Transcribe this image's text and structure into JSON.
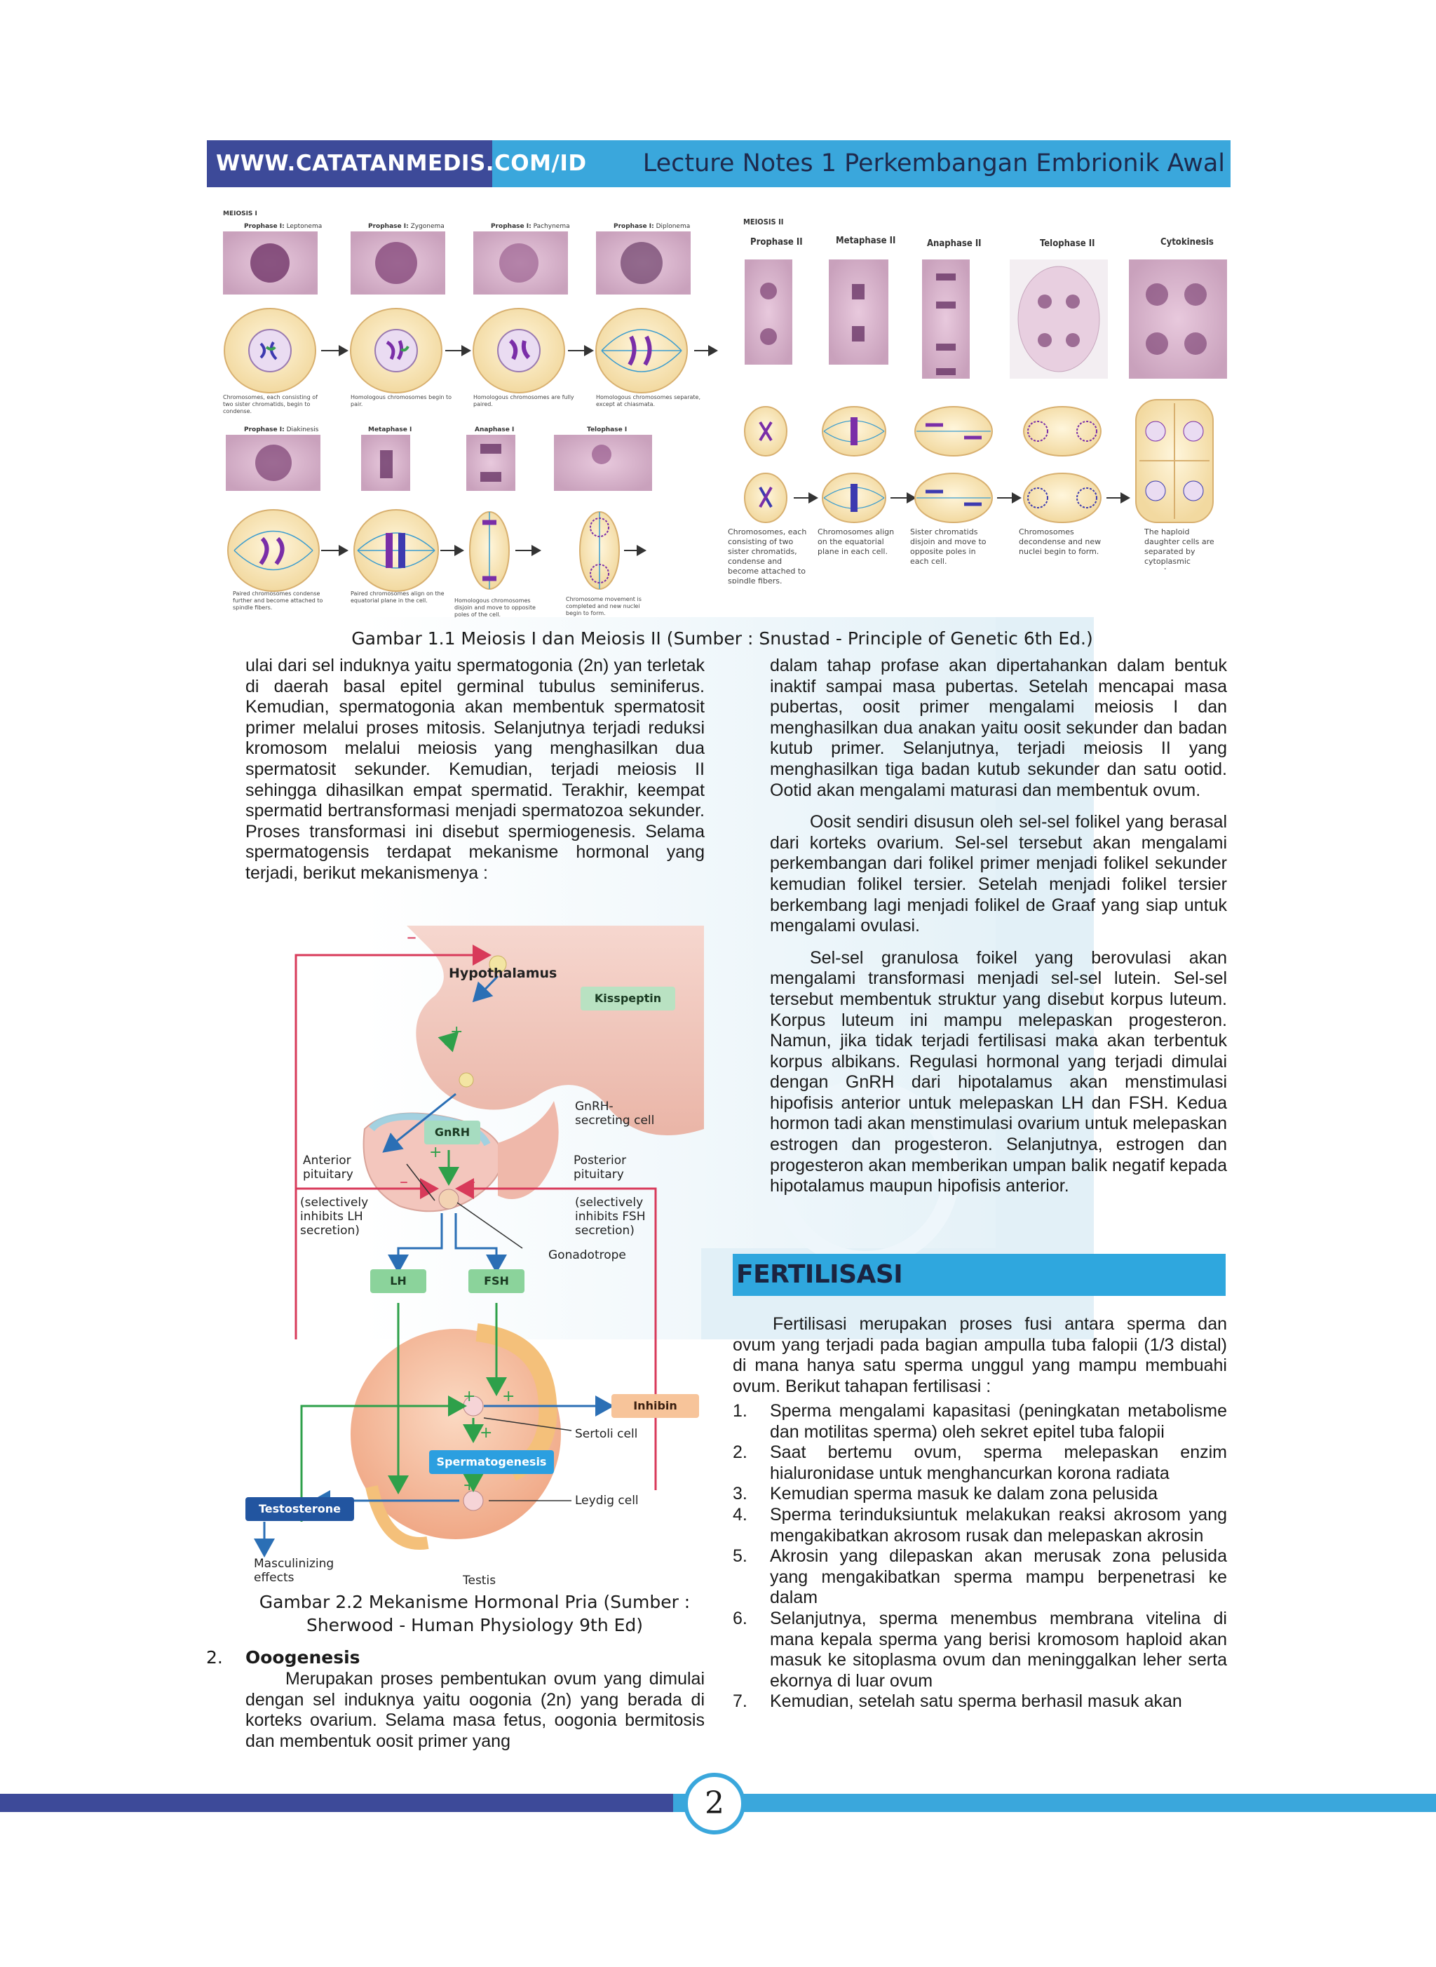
{
  "header": {
    "site": "WWW.CATATANMEDIS.COM/ID",
    "title": "Lecture Notes 1 Perkembangan Embrionik Awal"
  },
  "figure1": {
    "meiosis1_label": "MEIOSIS I",
    "meiosis2_label": "MEIOSIS II",
    "m1_row1": [
      {
        "stage": "Prophase I:",
        "sub": "Leptonema",
        "desc": "Chromosomes, each consisting of two sister chromatids, begin to condense."
      },
      {
        "stage": "Prophase I:",
        "sub": "Zygonema",
        "desc": "Homologous chromosomes begin to pair."
      },
      {
        "stage": "Prophase I:",
        "sub": "Pachynema",
        "desc": "Homologous chromosomes are fully paired."
      },
      {
        "stage": "Prophase I:",
        "sub": "Diplonema",
        "desc": "Homologous chromosomes separate, except at chiasmata."
      }
    ],
    "m1_row2": [
      {
        "stage": "Prophase I:",
        "sub": "Diakinesis",
        "desc": "Paired chromosomes condense further and become attached to spindle fibers."
      },
      {
        "stage": "Metaphase I",
        "sub": "",
        "desc": "Paired chromosomes align on the equatorial plane in the cell."
      },
      {
        "stage": "Anaphase I",
        "sub": "",
        "desc": "Homologous chromosomes disjoin and move to opposite poles of the cell."
      },
      {
        "stage": "Telophase I",
        "sub": "",
        "desc": "Chromosome movement is completed and new nuclei begin to form."
      }
    ],
    "m2": [
      {
        "stage": "Prophase II",
        "desc": "Chromosomes, each consisting of two sister chromatids, condense and become attached to spindle fibers."
      },
      {
        "stage": "Metaphase II",
        "desc": "Chromosomes align on the equatorial plane in each cell."
      },
      {
        "stage": "Anaphase II",
        "desc": "Sister chromatids disjoin and move to opposite poles in each cell."
      },
      {
        "stage": "Telophase II",
        "desc": "Chromosomes decondense and new nuclei begin to form."
      },
      {
        "stage": "Cytokinesis",
        "desc": "The haploid daughter cells are separated by cytoplasmic membranes."
      }
    ],
    "caption": "Gambar 1.1 Meiosis I dan Meiosis II (Sumber : Snustad - Principle of Genetic 6th Ed.)"
  },
  "left_col": {
    "p1": "ulai dari sel induknya yaitu spermatogonia (2n) yan terletak di daerah basal epitel germinal tubulus seminiferus. Kemudian, spermatogonia akan membentuk spermatosit primer melalui proses mitosis. Selanjutnya terjadi reduksi kromosom melalui meiosis yang menghasilkan dua spermatosit sekunder. Kemudian, terjadi meiosis II sehingga dihasilkan empat spermatid. Terakhir, keempat spermatid bertransformasi menjadi spermatozoa sekunder. Proses transformasi ini disebut spermiogenesis. Selama spermatogensis terdapat mekanisme hormonal yang terjadi, berikut mekanismenya :",
    "oog_num": "2.",
    "oog_head": "Ooogenesis",
    "oog_p": "Merupakan proses pembentukan ovum yang dimulai dengan sel induknya yaitu oogonia (2n) yang berada di korteks ovarium. Selama masa fetus, oogonia bermitosis dan membentuk oosit primer yang"
  },
  "figure2": {
    "hypothalamus": "Hypothalamus",
    "kisspeptin": "Kisspeptin",
    "gnrh_cell": "GnRH-\nsecreting cell",
    "gnrh": "GnRH",
    "anterior": "Anterior\npituitary",
    "posterior": "Posterior\npituitary",
    "inhibit_lh": "(selectively\ninhibits LH\nsecretion)",
    "inhibit_fsh": "(selectively\ninhibits FSH\nsecretion)",
    "gonadotrope": "Gonadotrope",
    "lh": "LH",
    "fsh": "FSH",
    "inhibin": "Inhibin",
    "sertoli": "Sertoli cell",
    "spermatogenesis": "Spermatogenesis",
    "leydig": "Leydig cell",
    "testosterone": "Testosterone",
    "masculinizing": "Masculinizing\neffects",
    "testis": "Testis",
    "caption": "Gambar 2.2 Mekanisme Hormonal Pria (Sumber : Sherwood - Human Physiology 9th Ed)"
  },
  "right_col": {
    "p1": "dalam tahap profase akan dipertahankan dalam bentuk inaktif sampai masa pubertas. Setelah mencapai masa pubertas, oosit primer mengalami meiosis I dan menghasilkan dua anakan yaitu oosit sekunder dan badan kutub primer. Selanjutnya, terjadi meiosis II yang menghasilkan tiga badan kutub sekunder dan satu ootid. Ootid akan mengalami maturasi dan membentuk ovum.",
    "p2": "Oosit sendiri disusun oleh sel-sel folikel yang berasal dari korteks ovarium. Sel-sel tersebut akan mengalami perkembangan dari folikel primer menjadi folikel sekunder kemudian folikel tersier. Setelah menjadi folikel tersier berkembang lagi menjadi folikel de Graaf yang siap untuk mengalami ovulasi.",
    "p3": "Sel-sel granulosa foikel yang berovulasi akan mengalami transformasi menjadi sel-sel lutein. Sel-sel tersebut membentuk struktur yang disebut korpus luteum. Korpus luteum ini mampu melepaskan progesteron. Namun, jika tidak terjadi fertilisasi maka akan terbentuk korpus albikans. Regulasi hormonal yang terjadi dimulai dengan GnRH dari hipotalamus akan menstimulasi hipofisis anterior untuk melepaskan LH dan FSH. Kedua hormon tadi akan menstimulasi ovarium untuk melepaskan estrogen dan progesteron. Selanjutnya, estrogen dan progesteron akan memberikan umpan balik negatif kepada hipotalamus maupun hipofisis anterior.",
    "fert_heading": "FERTILISASI",
    "fert_p": "Fertilisasi merupakan proses fusi antara sperma dan ovum yang terjadi pada bagian ampulla tuba falopii (1/3 distal) di mana hanya satu sperma unggul yang mampu membuahi ovum. Berikut tahapan fertilisasi :",
    "steps": [
      {
        "n": "1.",
        "text": "Sperma mengalami kapasitasi (peningkatan metabolisme dan motilitas sperma) oleh sekret epitel tuba falopii"
      },
      {
        "n": "2.",
        "text": "Saat bertemu ovum, sperma melepaskan enzim hialuronidase untuk menghancurkan korona radiata"
      },
      {
        "n": "3.",
        "text": "Kemudian sperma masuk ke dalam zona pelusida"
      },
      {
        "n": "4.",
        "text": "Sperma terinduksiuntuk melakukan reaksi akrosom yang mengakibatkan akrosom rusak dan melepaskan akrosin"
      },
      {
        "n": "5.",
        "text": "Akrosin yang dilepaskan akan merusak zona pelusida yang mengakibatkan sperma mampu berpenetrasi ke dalam"
      },
      {
        "n": "6.",
        "text": "Selanjutnya, sperma menembus membrana vitelina di mana kepala sperma yang berisi kromosom haploid akan masuk ke sitoplasma ovum dan meninggalkan leher serta ekornya di luar ovum"
      },
      {
        "n": "7.",
        "text": "Kemudian, setelah satu sperma berhasil masuk akan"
      }
    ]
  },
  "footer": {
    "page_number": "2"
  },
  "colors": {
    "header_blue": "#3aa7dc",
    "header_navy": "#3d4a99"
  }
}
